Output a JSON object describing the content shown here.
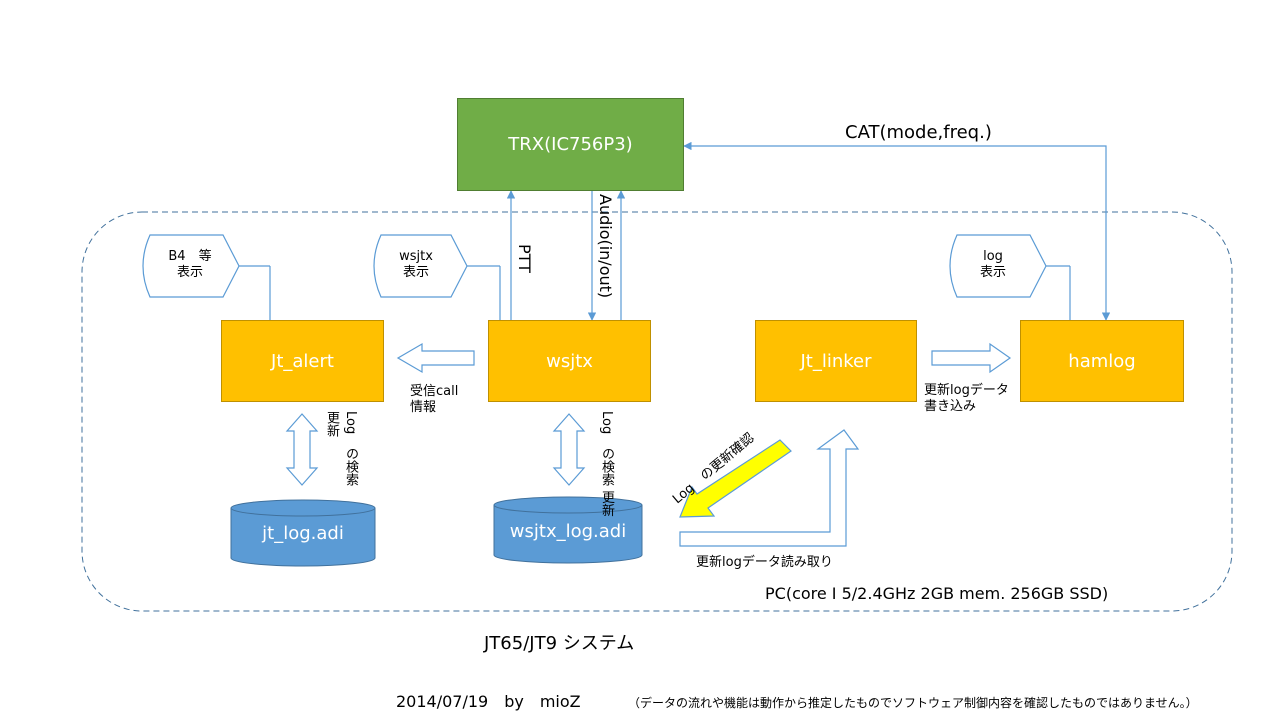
{
  "nodes": {
    "trx": "TRX(IC756P3)",
    "jt_alert": "Jt_alert",
    "wsjtx": "wsjtx",
    "jt_linker": "Jt_linker",
    "hamlog": "hamlog",
    "jt_log_db": "jt_log.adi",
    "wsjtx_log_db": "wsjtx_log.adi"
  },
  "displays": {
    "b4": [
      "B4　等",
      "表示"
    ],
    "wsjtx": [
      "wsjtx",
      "表示"
    ],
    "log": [
      "log",
      "表示"
    ]
  },
  "labels": {
    "cat": "CAT(mode,freq.)",
    "ptt": "PTT",
    "audio": "Audio(in/out)",
    "recv_call": [
      "受信call",
      "情報"
    ],
    "update_write": [
      "更新logデータ",
      "書き込み"
    ],
    "log_update_check": "Log　の更新確認",
    "update_read": "更新logデータ読み取り",
    "log_search_1": [
      "Log　の検索",
      "更新"
    ],
    "log_search_2": [
      "Log　の検索",
      "更新"
    ]
  },
  "pc_label": "PC(core I 5/2.4GHz 2GB mem. 256GB SSD)",
  "system_title": "JT65/JT9 システム",
  "footer": {
    "date_author": "2014/07/19　by　mioZ",
    "note": "（データの流れや機能は動作から推定したものでソフトウェア制御内容を確認したものではありません。）"
  },
  "colors": {
    "trx": "#70ad47",
    "process": "#ffc000",
    "database": "#5b9bd5",
    "line": "#5b9bd5",
    "yellow_arrow": "#ffff00"
  }
}
